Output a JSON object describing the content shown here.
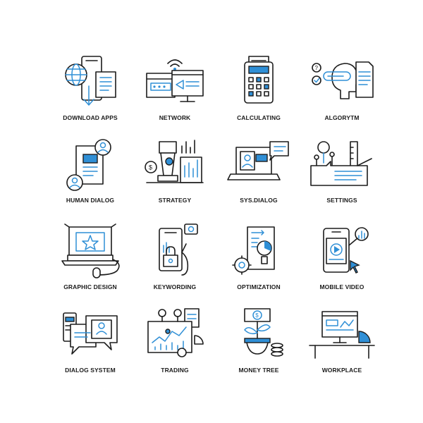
{
  "colors": {
    "background": "#ffffff",
    "stroke": "#1c1c1c",
    "accent": "#2f8fd6"
  },
  "icons": [
    {
      "label": "DOWNLOAD APPS",
      "icon": "download-apps-icon"
    },
    {
      "label": "NETWORK",
      "icon": "network-icon"
    },
    {
      "label": "CALCULATING",
      "icon": "calculator-icon"
    },
    {
      "label": "ALGORYTM",
      "icon": "algorithm-icon"
    },
    {
      "label": "HUMAN DIALOG",
      "icon": "human-dialog-icon"
    },
    {
      "label": "STRATEGY",
      "icon": "strategy-icon"
    },
    {
      "label": "SYS.DIALOG",
      "icon": "system-dialog-icon"
    },
    {
      "label": "SETTINGS",
      "icon": "settings-icon"
    },
    {
      "label": "GRAPHIC DESIGN",
      "icon": "graphic-design-icon"
    },
    {
      "label": "KEYWORDING",
      "icon": "keywording-icon"
    },
    {
      "label": "OPTIMIZATION",
      "icon": "optimization-icon"
    },
    {
      "label": "MOBILE VIDEO",
      "icon": "mobile-video-icon"
    },
    {
      "label": "DIALOG SYSTEM",
      "icon": "dialog-system-icon"
    },
    {
      "label": "TRADING",
      "icon": "trading-icon"
    },
    {
      "label": "MONEY TREE",
      "icon": "money-tree-icon"
    },
    {
      "label": "WORKPLACE",
      "icon": "workplace-icon"
    }
  ]
}
